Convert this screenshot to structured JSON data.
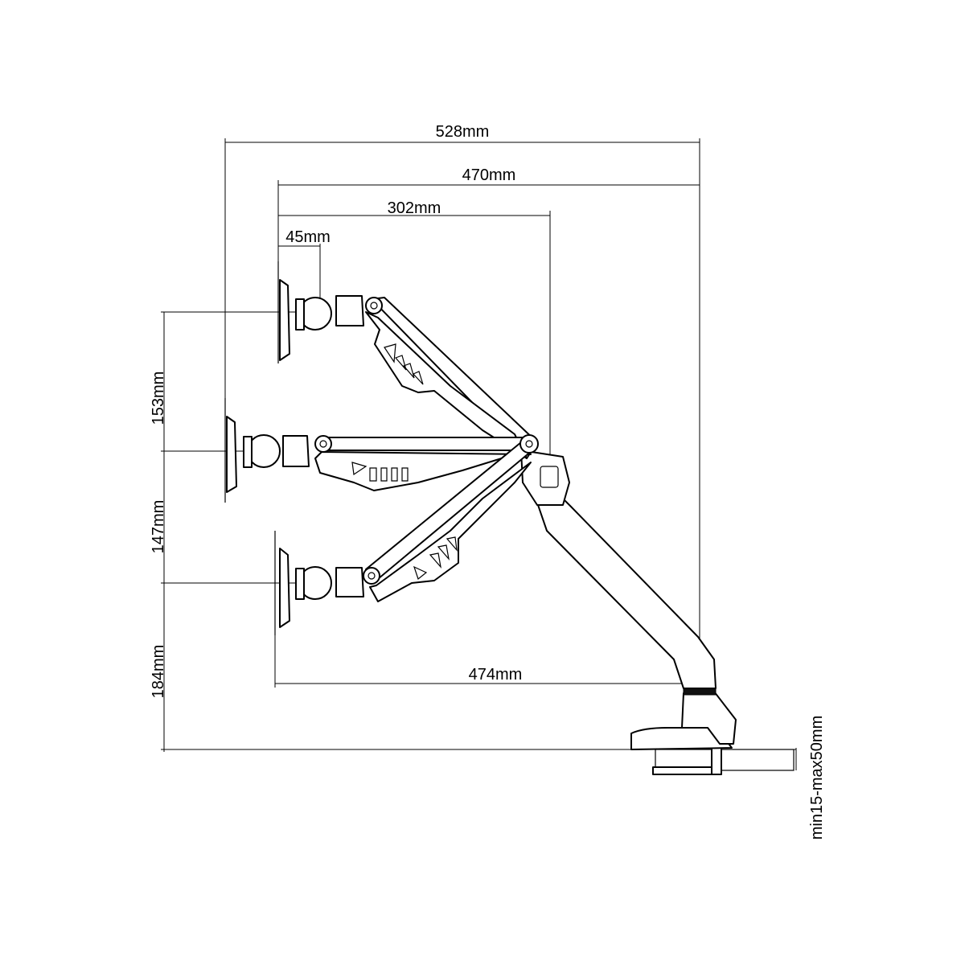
{
  "dimensions": {
    "overall_reach": "528mm",
    "arm_reach": "470mm",
    "mid_reach": "302mm",
    "plate_offset": "45mm",
    "upper_height": "153mm",
    "mid_height": "147mm",
    "lower_height": "184mm",
    "lower_reach": "474mm",
    "desk_thickness": "min15-max50mm"
  },
  "colors": {
    "line": "#000000",
    "background": "#ffffff"
  }
}
